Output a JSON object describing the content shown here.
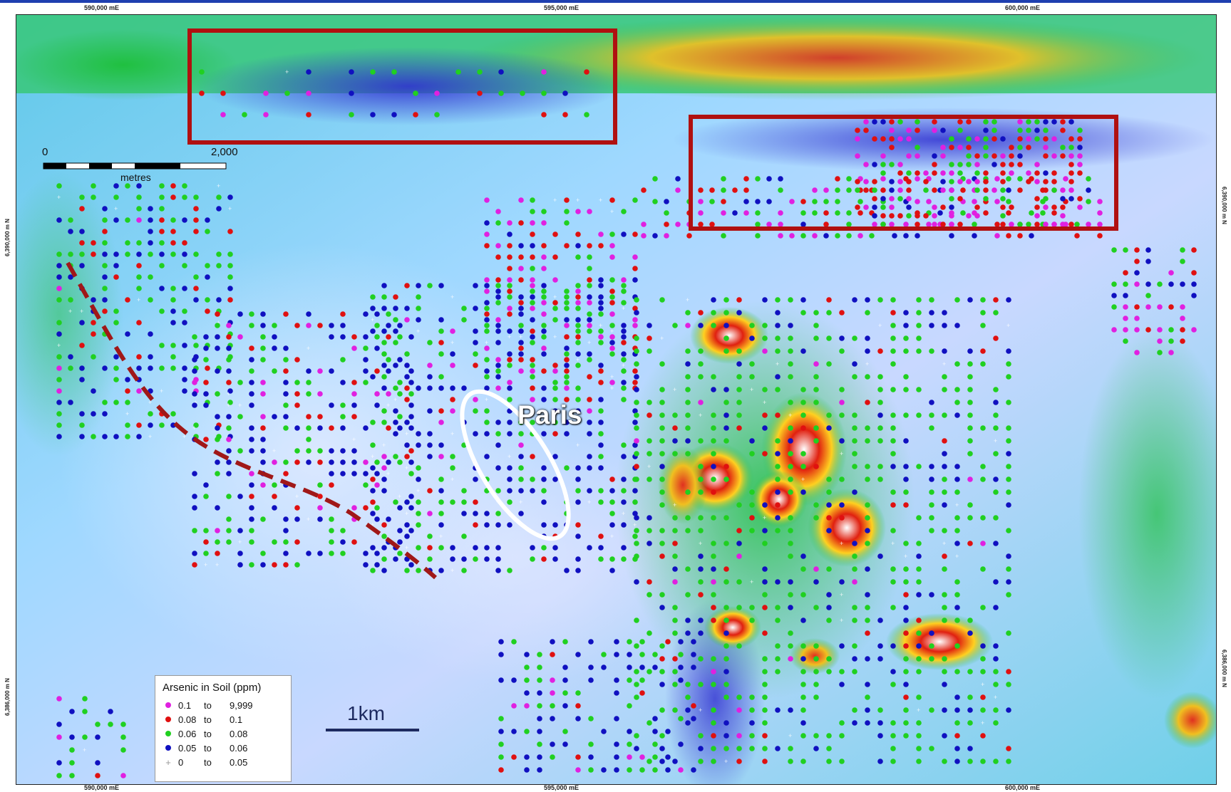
{
  "map": {
    "easting_labels": [
      "590,000 mE",
      "595,000 mE",
      "600,000 mE"
    ],
    "northing_labels": [
      "6,390,000 m N",
      "6,386,000 m N"
    ],
    "place_label": "Paris",
    "scale_bar_small": {
      "start": "0",
      "end": "2,000",
      "unit": "metres"
    },
    "scale_bar_large": {
      "label": "1km"
    }
  },
  "legend": {
    "title": "Arsenic in Soil (ppm)",
    "items": [
      {
        "lo": "0.1",
        "to": "to",
        "hi": "9,999",
        "color": "#e020e0",
        "symbol": "dot"
      },
      {
        "lo": "0.08",
        "to": "to",
        "hi": "0.1",
        "color": "#e01010",
        "symbol": "dot"
      },
      {
        "lo": "0.06",
        "to": "to",
        "hi": "0.08",
        "color": "#20d020",
        "symbol": "dot"
      },
      {
        "lo": "0.05",
        "to": "to",
        "hi": "0.06",
        "color": "#1010c0",
        "symbol": "dot"
      },
      {
        "lo": "0",
        "to": "to",
        "hi": "0.05",
        "color": "#aaaaaa",
        "symbol": "plus"
      }
    ]
  },
  "colors": {
    "target_box": "#b01010",
    "fault_line": "#a01818",
    "paris_ellipse": "#ffffff",
    "low_mag": "#8fd0ff",
    "high_mag": "#e02010"
  }
}
